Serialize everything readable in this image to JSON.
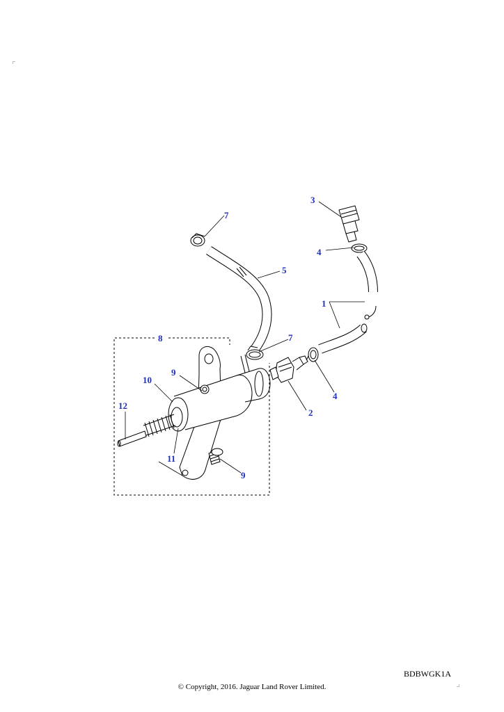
{
  "diagram": {
    "callouts": {
      "c1": "1",
      "c2": "2",
      "c3": "3",
      "c4a": "4",
      "c4b": "4",
      "c5": "5",
      "c7a": "7",
      "c7b": "7",
      "c8": "8",
      "c9a": "9",
      "c9b": "9",
      "c10": "10",
      "c11": "11",
      "c12": "12"
    },
    "line_color": "#000000",
    "callout_color": "#1f2fbf"
  },
  "footer": {
    "ref_code": "BDBWGK1A",
    "copyright": "© Copyright, 2016. Jaguar Land Rover Limited."
  }
}
